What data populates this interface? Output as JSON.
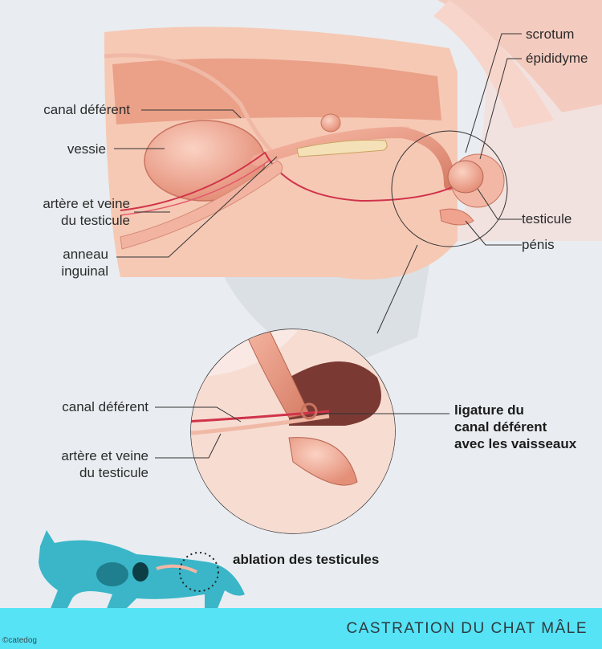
{
  "top_labels": {
    "canal_deferent": "canal déférent",
    "vessie": "vessie",
    "artere_veine_1": "artère et veine",
    "artere_veine_2": "du testicule",
    "anneau_1": "anneau",
    "anneau_2": "inguinal",
    "scrotum": "scrotum",
    "epididyme": "épididyme",
    "testicule": "testicule",
    "penis": "pénis"
  },
  "zoom_labels": {
    "canal_deferent": "canal déférent",
    "artere_veine_1": "artère et veine",
    "artere_veine_2": "du testicule",
    "ligature_1": "ligature du",
    "ligature_2": "canal déférent",
    "ligature_3": "avec les vaisseaux"
  },
  "ablation_label": "ablation des testicules",
  "footer": {
    "caption": "CASTRATION DU CHAT MÂLE",
    "credit": "©catedog"
  },
  "colors": {
    "skin": "#f6c9b5",
    "muscle": "#e89a80",
    "organ": "#f0a48f",
    "vessel": "#d0334a",
    "background": "#e9edf1",
    "footer": "#56e3f6",
    "cat": "#3ab6c8"
  }
}
